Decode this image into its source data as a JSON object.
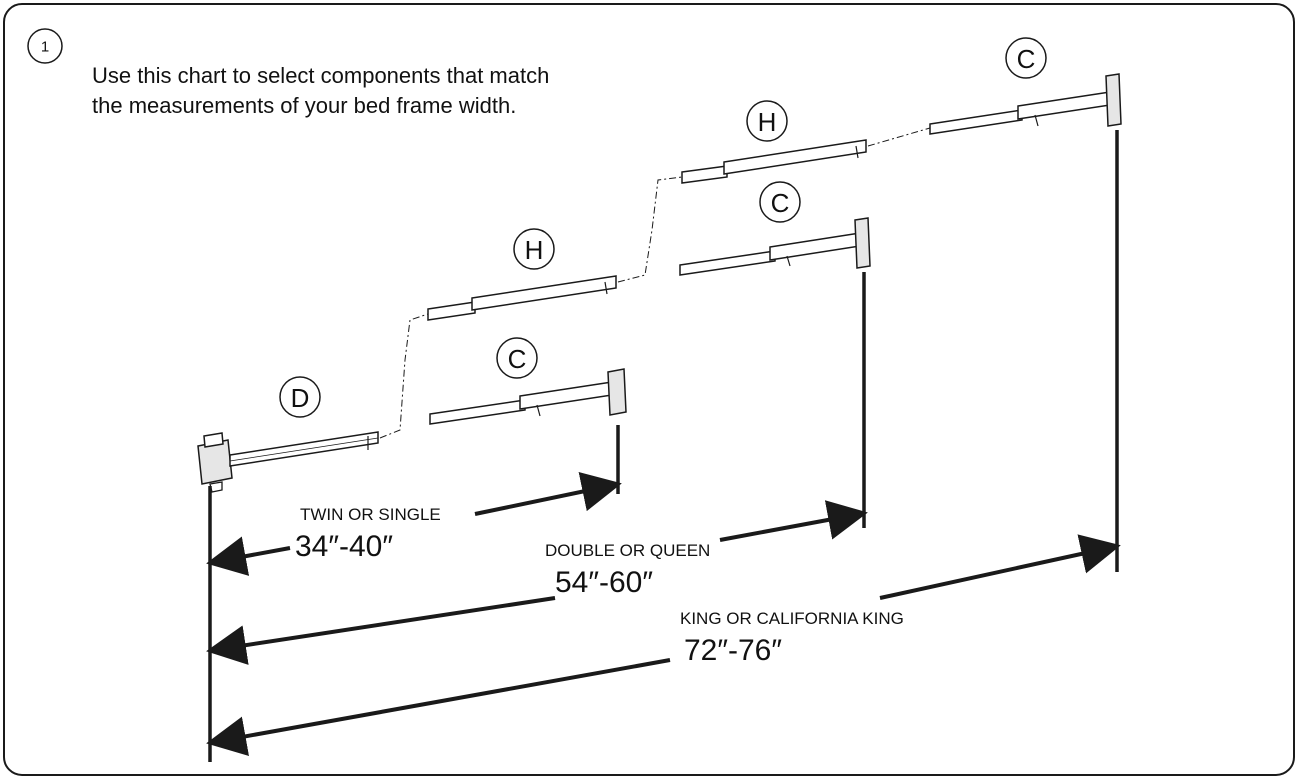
{
  "step": {
    "number": "1"
  },
  "intro": {
    "line1": "Use this chart to select components that match",
    "line2": "the measurements of your bed frame width."
  },
  "parts": {
    "d": "D",
    "h_twin_full": "H",
    "c_twin": "C",
    "h_queen": "H",
    "c_queen": "C",
    "c_king": "C"
  },
  "sizes": [
    {
      "name": "TWIN OR SINGLE",
      "range": "34″-40″"
    },
    {
      "name": "DOUBLE OR QUEEN",
      "range": "54″-60″"
    },
    {
      "name": "KING OR CALIFORNIA KING",
      "range": "72″-76″"
    }
  ],
  "colors": {
    "line": "#1a1a1a",
    "part_fill": "#ffffff",
    "bracket_fill": "#e6e6e6"
  }
}
